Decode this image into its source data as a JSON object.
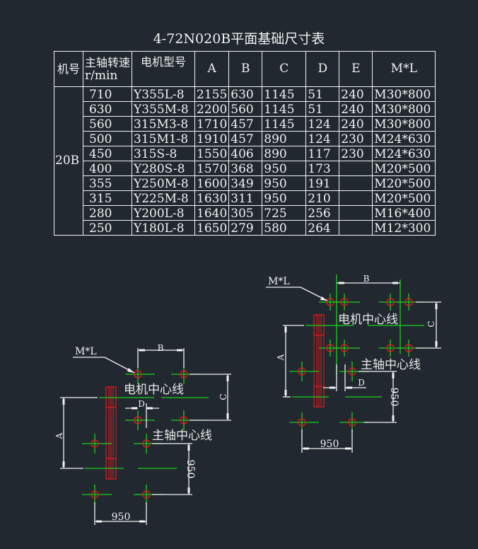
{
  "title": "4-72N020B平面基础尺寸表",
  "table": {
    "headers": {
      "model": "机号",
      "speed_line1": "主轴转速",
      "speed_line2": "r/min",
      "motor": "电机型号",
      "A": "A",
      "B": "B",
      "C": "C",
      "D": "D",
      "E": "E",
      "ML": "M*L"
    },
    "model_value": "20B",
    "rows": [
      {
        "speed": "710",
        "motor": "Y355L-8",
        "A": "2155",
        "B": "630",
        "C": "1145",
        "D": "51",
        "E": "240",
        "ML": "M30*800"
      },
      {
        "speed": "630",
        "motor": "Y355M-8",
        "A": "2200",
        "B": "560",
        "C": "1145",
        "D": "51",
        "E": "240",
        "ML": "M30*800"
      },
      {
        "speed": "560",
        "motor": "315M3-8",
        "A": "1710",
        "B": "457",
        "C": "1145",
        "D": "124",
        "E": "240",
        "ML": "M30*800"
      },
      {
        "speed": "500",
        "motor": "315M1-8",
        "A": "1910",
        "B": "457",
        "C": "890",
        "D": "124",
        "E": "230",
        "ML": "M24*630"
      },
      {
        "speed": "450",
        "motor": "315S-8",
        "A": "1550",
        "B": "406",
        "C": "890",
        "D": "117",
        "E": "230",
        "ML": "M24*630"
      },
      {
        "speed": "400",
        "motor": "Y280S-8",
        "A": "1570",
        "B": "368",
        "C": "950",
        "D": "173",
        "E": "",
        "ML": "M20*500"
      },
      {
        "speed": "355",
        "motor": "Y250M-8",
        "A": "1600",
        "B": "349",
        "C": "950",
        "D": "191",
        "E": "",
        "ML": "M20*500"
      },
      {
        "speed": "315",
        "motor": "Y225M-8",
        "A": "1630",
        "B": "311",
        "C": "950",
        "D": "210",
        "E": "",
        "ML": "M20*500"
      },
      {
        "speed": "280",
        "motor": "Y200L-8",
        "A": "1640",
        "B": "305",
        "C": "725",
        "D": "256",
        "E": "",
        "ML": "M16*400"
      },
      {
        "speed": "250",
        "motor": "Y180L-8",
        "A": "1650",
        "B": "279",
        "C": "580",
        "D": "264",
        "E": "",
        "ML": "M12*300"
      }
    ]
  },
  "drawings": {
    "left": {
      "bolt_label": "M*L",
      "motor_centerline": "电机中心线",
      "shaft_centerline": "主轴中心线",
      "dim_A": "A",
      "dim_B": "B",
      "dim_C": "C",
      "dim_D": "D",
      "dim_horizontal": "950",
      "dim_vertical": "950"
    },
    "right": {
      "bolt_label": "M*L",
      "motor_centerline": "电机中心线",
      "shaft_centerline": "主轴中心线",
      "dim_A": "A",
      "dim_B": "B",
      "dim_C": "C",
      "dim_D": "D",
      "dim_horizontal": "950",
      "dim_vertical": "950"
    }
  },
  "colors": {
    "background": "#212830",
    "line_white": "#f2f2f2",
    "centerline_green": "#19d219",
    "bolt_red": "#e01a1a"
  }
}
